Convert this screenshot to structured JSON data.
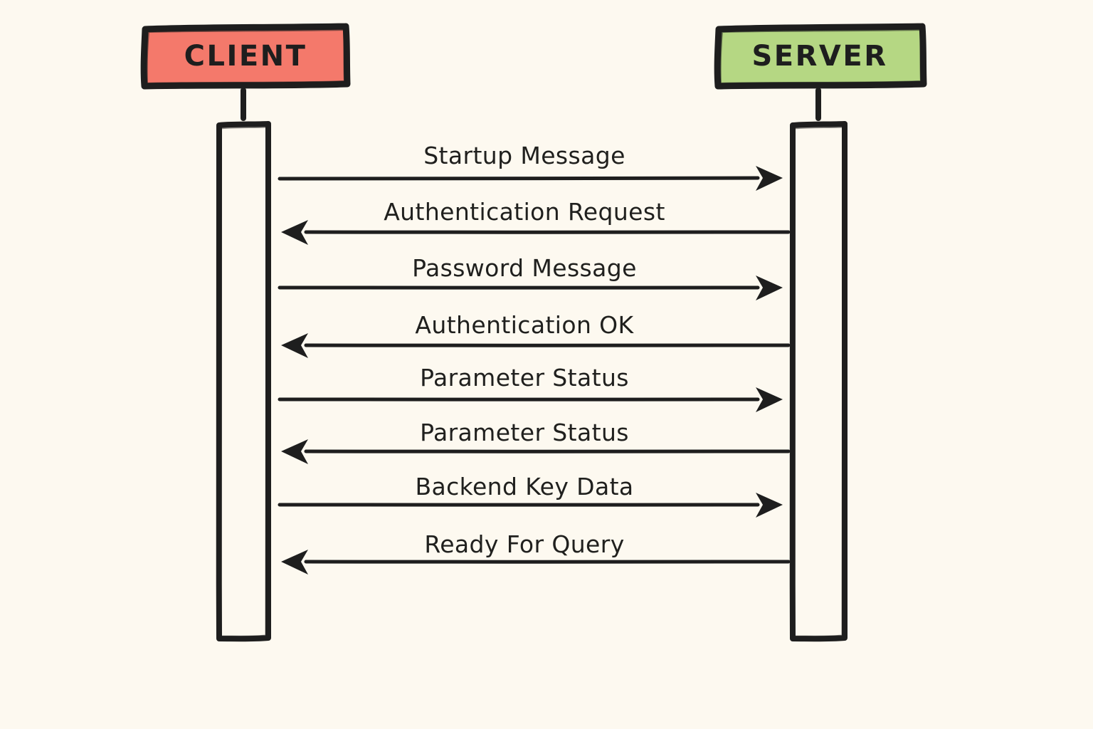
{
  "diagram": {
    "type": "sequence-diagram",
    "style": "hand-drawn",
    "background_color": "#FDF9F0",
    "line_color": "#1E1E1E",
    "actors": [
      {
        "id": "client",
        "label": "CLIENT",
        "fill_color": "#F4796B",
        "side": "left"
      },
      {
        "id": "server",
        "label": "SERVER",
        "fill_color": "#B5D783",
        "side": "right"
      }
    ],
    "messages": [
      {
        "index": 1,
        "label": "Startup Message",
        "from": "client",
        "to": "server",
        "direction": "right"
      },
      {
        "index": 2,
        "label": "Authentication Request",
        "from": "server",
        "to": "client",
        "direction": "left"
      },
      {
        "index": 3,
        "label": "Password Message",
        "from": "client",
        "to": "server",
        "direction": "right"
      },
      {
        "index": 4,
        "label": "Authentication OK",
        "from": "server",
        "to": "client",
        "direction": "left"
      },
      {
        "index": 5,
        "label": "Parameter Status",
        "from": "client",
        "to": "server",
        "direction": "right"
      },
      {
        "index": 6,
        "label": "Parameter Status",
        "from": "server",
        "to": "client",
        "direction": "left"
      },
      {
        "index": 7,
        "label": "Backend Key Data",
        "from": "client",
        "to": "server",
        "direction": "right"
      },
      {
        "index": 8,
        "label": "Ready For Query",
        "from": "server",
        "to": "client",
        "direction": "left"
      }
    ]
  }
}
